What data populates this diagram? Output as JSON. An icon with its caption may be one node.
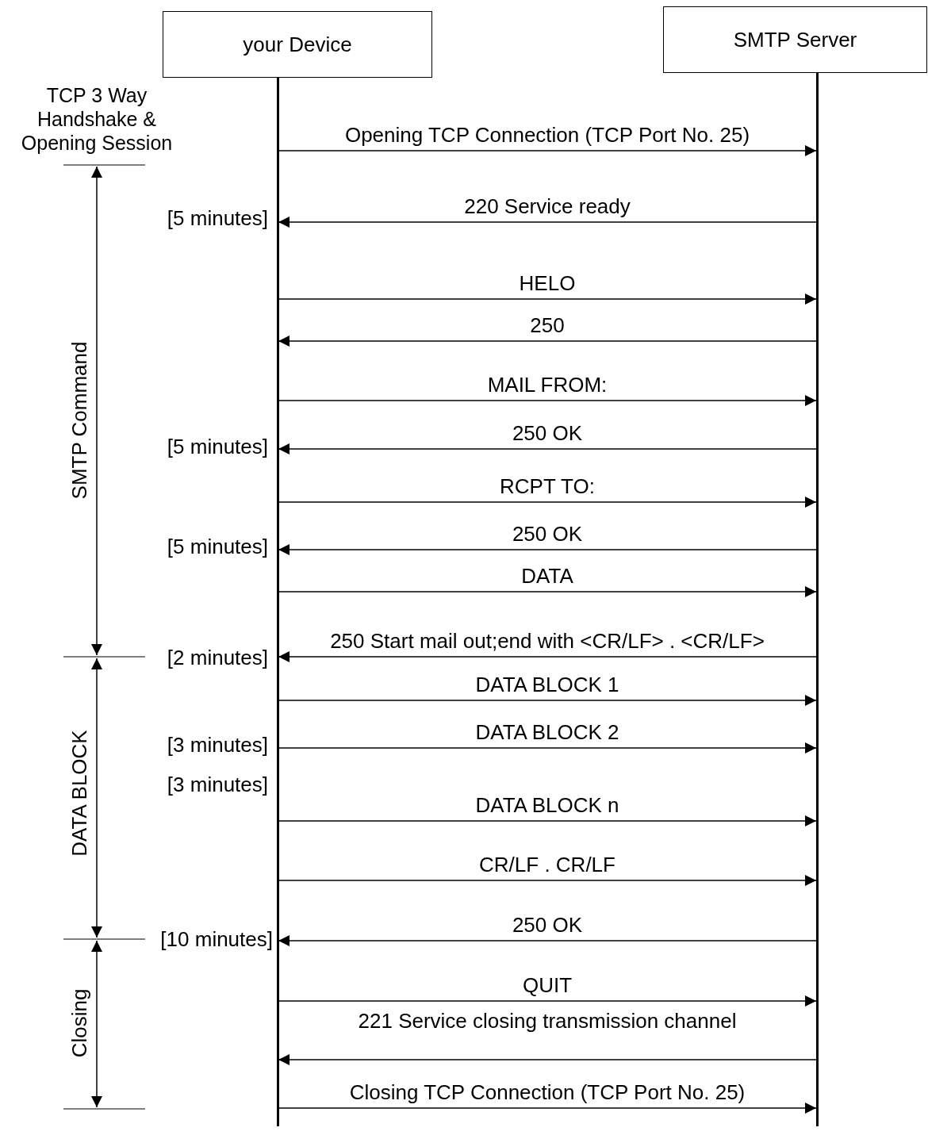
{
  "diagram": {
    "nodes": [
      {
        "text": [
          "your Device"
        ]
      },
      {
        "text": [
          "SMTP Server"
        ]
      }
    ],
    "edges": [
      {
        "from": 0,
        "to": 1,
        "arrow": "to",
        "label": "Opening TCP Connection (TCP Port No. 25)"
      },
      {
        "from": 1,
        "to": 0,
        "arrow": "to",
        "label": "220 Service ready"
      },
      {
        "from": 0,
        "to": 1,
        "arrow": "to",
        "label": "HELO"
      },
      {
        "from": 1,
        "to": 0,
        "arrow": "to",
        "label": "250"
      },
      {
        "from": 0,
        "to": 1,
        "arrow": "to",
        "label": "MAIL FROM:"
      },
      {
        "from": 1,
        "to": 0,
        "arrow": "to",
        "label": "250 OK"
      },
      {
        "from": 0,
        "to": 1,
        "arrow": "to",
        "label": "RCPT TO:"
      },
      {
        "from": 1,
        "to": 0,
        "arrow": "to",
        "label": "250 OK"
      },
      {
        "from": 0,
        "to": 1,
        "arrow": "to",
        "label": "DATA"
      },
      {
        "from": 1,
        "to": 0,
        "arrow": "to",
        "label": "250 Start mail out;end with <CR/LF> . <CR/LF>"
      },
      {
        "from": 0,
        "to": 1,
        "arrow": "to",
        "label": "DATA BLOCK 1"
      },
      {
        "from": 0,
        "to": 1,
        "arrow": "to",
        "label": "DATA BLOCK 2"
      },
      {
        "from": 0,
        "to": 1,
        "arrow": "to",
        "label": "DATA BLOCK n"
      },
      {
        "from": 0,
        "to": 1,
        "arrow": "to",
        "label": "CR/LF . CR/LF"
      },
      {
        "from": 1,
        "to": 0,
        "arrow": "to",
        "label": "250 OK"
      },
      {
        "from": 0,
        "to": 1,
        "arrow": "to",
        "label": "QUIT"
      },
      {
        "from": 1,
        "to": 0,
        "arrow": "to",
        "label": "221 Service closing transmission channel"
      },
      {
        "from": 0,
        "to": 1,
        "arrow": "to",
        "label": "Closing TCP Connection (TCP Port No. 25)"
      }
    ],
    "labels": [
      "TCP 3 Way Handshake & Opening Session",
      "[5 minutes]",
      "SMTP Command",
      "[5 minutes]",
      "[5 minutes]",
      "[2 minutes]",
      "DATA BLOCK",
      "[3 minutes]",
      "[3 minutes]",
      "[10 minutes]",
      "Closing"
    ]
  }
}
